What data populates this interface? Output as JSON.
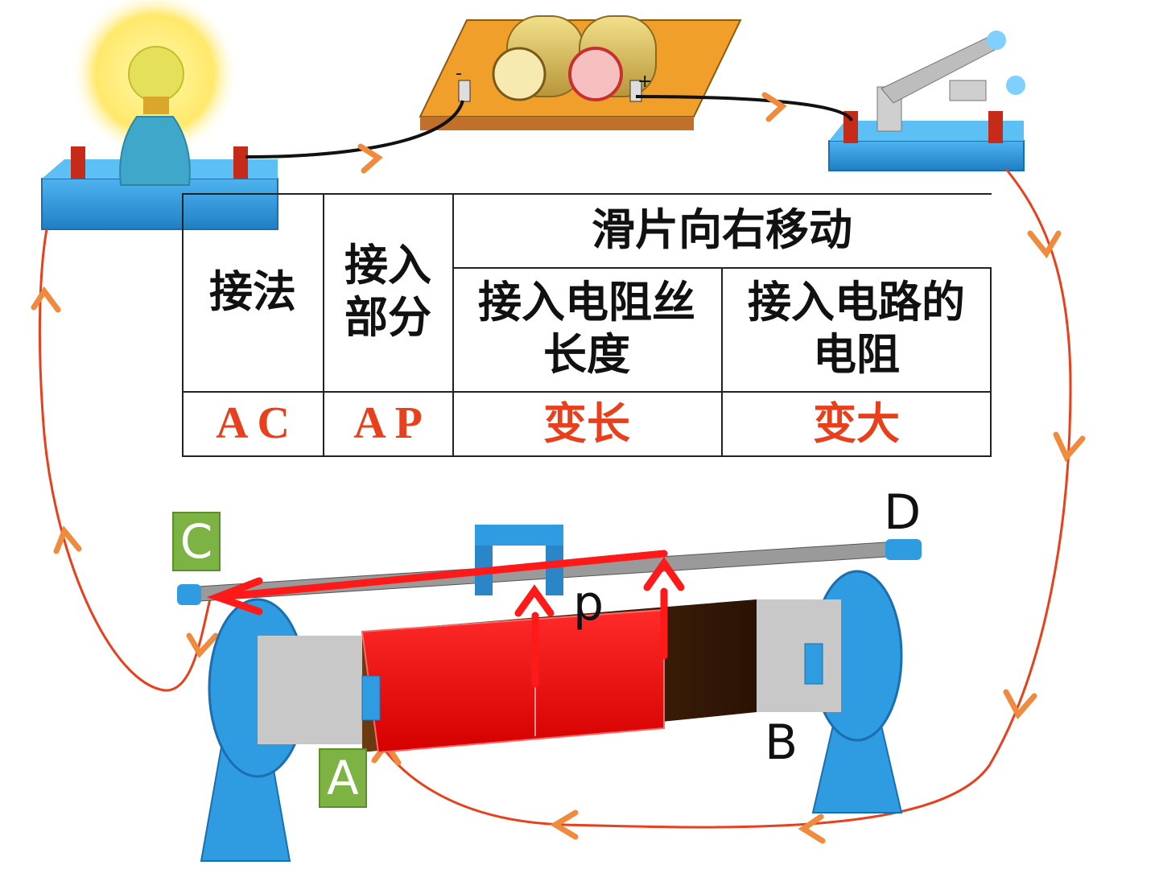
{
  "table": {
    "col_method": "接法",
    "col_part": "接入部分",
    "col_part_line1": "接入",
    "col_part_line2": "部分",
    "group_header": "滑片向右移动",
    "col_length_line1": "接入电阻丝",
    "col_length_line2": "长度",
    "col_resistance_line1": "接入电路的",
    "col_resistance_line2": "电阻",
    "row": {
      "method": "A C",
      "part": "A P",
      "length": "变长",
      "resistance": "变大"
    }
  },
  "labels": {
    "terminal_a": "A",
    "terminal_b": "B",
    "terminal_c": "C",
    "terminal_d": "D",
    "slider_p": "p",
    "battery_minus": "-",
    "battery_plus": "+"
  },
  "colors": {
    "wire": "#e8401c",
    "arrow": "#f08a3c",
    "value_text": "#e8401c",
    "highlight": "#ff1a1a",
    "base_blue": "#2f9be0",
    "terminal_green": "#7cb342"
  }
}
